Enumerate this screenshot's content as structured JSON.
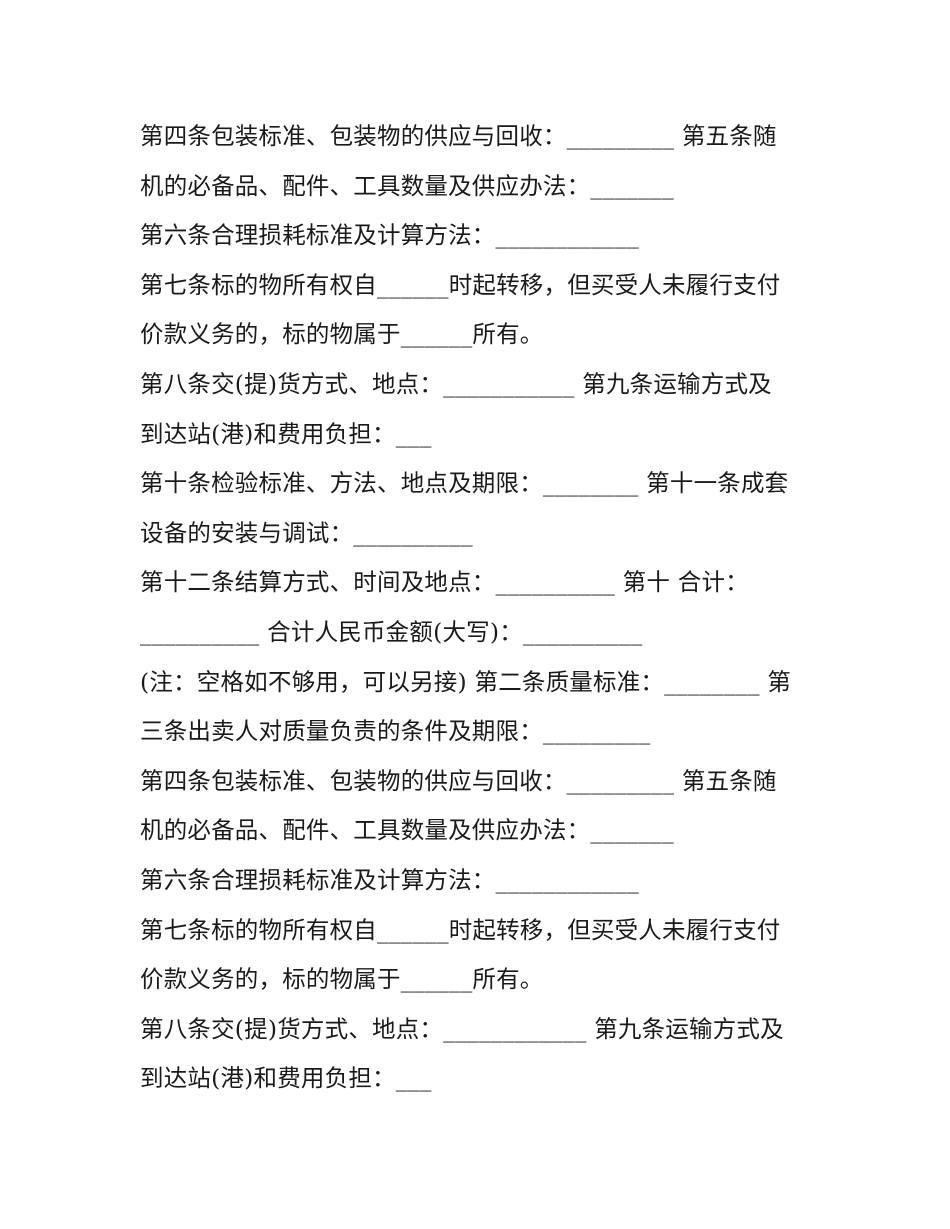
{
  "document": {
    "type": "contract-form",
    "language": "zh-CN",
    "background_color": "#ffffff",
    "text_color": "#1a1a1a",
    "paragraphs": [
      {
        "id": "p1",
        "lines": [
          "第四条包装标准、包装物的供应与回收：_________ 第五条随",
          "机的必备品、配件、工具数量及供应办法：_______"
        ]
      },
      {
        "id": "p2",
        "lines": [
          "第六条合理损耗标准及计算方法：____________"
        ]
      },
      {
        "id": "p3",
        "lines": [
          "第七条标的物所有权自______时起转移，但买受人未履行支付",
          "价款义务的，标的物属于______所有。"
        ]
      },
      {
        "id": "p4",
        "lines": [
          "第八条交(提)货方式、地点：___________ 第九条运输方式及",
          "到达站(港)和费用负担：___"
        ]
      },
      {
        "id": "p5",
        "lines": [
          "第十条检验标准、方法、地点及期限：________ 第十一条成套",
          "设备的安装与调试：__________"
        ]
      },
      {
        "id": "p6",
        "lines": [
          "第十二条结算方式、时间及地点：__________ 第十 合计：",
          "__________ 合计人民币金额(大写)：__________"
        ]
      },
      {
        "id": "p7",
        "lines": [
          "(注：空格如不够用，可以另接) 第二条质量标准：________ 第",
          "三条出卖人对质量负责的条件及期限：_________"
        ]
      },
      {
        "id": "p8",
        "lines": [
          "第四条包装标准、包装物的供应与回收：_________ 第五条随",
          "机的必备品、配件、工具数量及供应办法：_______"
        ]
      },
      {
        "id": "p9",
        "lines": [
          "第六条合理损耗标准及计算方法：____________"
        ]
      },
      {
        "id": "p10",
        "lines": [
          "第七条标的物所有权自______时起转移，但买受人未履行支付",
          "价款义务的，标的物属于______所有。"
        ]
      },
      {
        "id": "p11",
        "lines": [
          "第八条交(提)货方式、地点：____________ 第九条运输方式及",
          "到达站(港)和费用负担：___"
        ]
      }
    ]
  }
}
